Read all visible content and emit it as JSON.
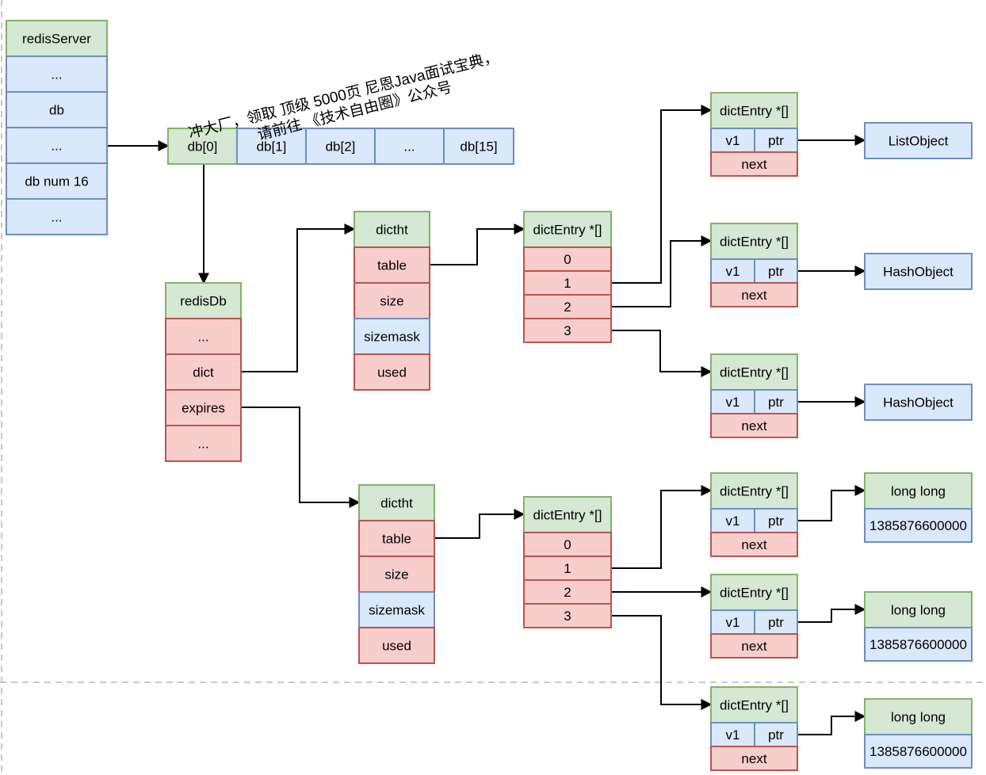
{
  "colors": {
    "green_fill": "#d5e8d4",
    "green_stroke": "#82b366",
    "blue_fill": "#dae8fc",
    "blue_stroke": "#6c8ebf",
    "red_fill": "#f8cecc",
    "red_stroke": "#b85450",
    "edge": "#000000",
    "dashed": "#c8c8c8"
  },
  "watermark": {
    "line1": "冲大厂，领取 顶级 5000页 尼恩Java面试宝典，",
    "line2": "请前往 《技术自由圈》公众号"
  },
  "redis_server": {
    "title": "redisServer",
    "fields": [
      "...",
      "db",
      "...",
      "db num 16",
      "..."
    ]
  },
  "db_array": {
    "cells": [
      "db[0]",
      "db[1]",
      "db[2]",
      "...",
      "db[15]"
    ]
  },
  "redis_db": {
    "title": "redisDb",
    "fields": [
      "...",
      "dict",
      "expires",
      "..."
    ]
  },
  "dictht": {
    "title": "dictht",
    "fields": [
      "table",
      "size",
      "sizemask",
      "used"
    ]
  },
  "bucket_array": {
    "title": "dictEntry *[]",
    "slots": [
      "0",
      "1",
      "2",
      "3"
    ]
  },
  "dict_entry": {
    "title": "dictEntry *[]",
    "v1": "v1",
    "ptr": "ptr",
    "next": "next"
  },
  "values": {
    "list_object": "ListObject",
    "hash_object": "HashObject",
    "long_long": {
      "title": "long long",
      "value": "1385876600000"
    }
  }
}
